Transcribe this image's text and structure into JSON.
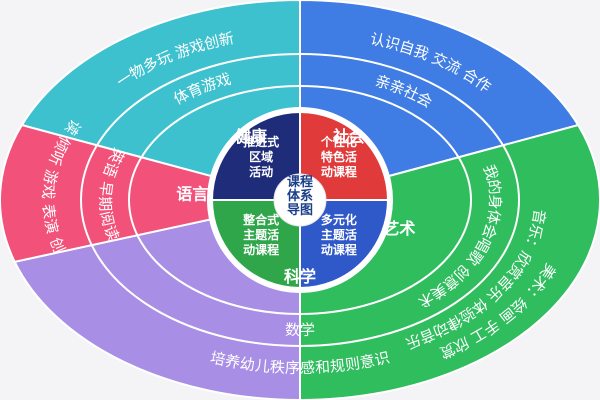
{
  "center": {
    "lines": [
      "课程",
      "体系",
      "导图"
    ]
  },
  "inner": [
    {
      "lines": [
        "推进式",
        "区域",
        "活动"
      ],
      "color": "#1e2c7a"
    },
    {
      "lines": [
        "个性化",
        "特色活",
        "动课程"
      ],
      "color": "#e03a3a"
    },
    {
      "lines": [
        "多元化",
        "主题活",
        "动课程"
      ],
      "color": "#2f58c9"
    },
    {
      "lines": [
        "整合式",
        "主题活",
        "动课程"
      ],
      "color": "#2fa64a"
    }
  ],
  "sectors": [
    {
      "name": "健康",
      "color": "#3ec1cf",
      "texts": [
        "体育游戏",
        "一物多玩  游戏创新"
      ]
    },
    {
      "name": "社会",
      "color": "#3f7ce3",
      "texts": [
        "亲亲社会",
        "认识自我  交流  合作"
      ]
    },
    {
      "name": "艺术",
      "color": "#2fbd5e",
      "texts": [
        "我的身体会唱歌  创意美术",
        "音乐：欣赏音乐  体验律动音乐",
        "美术：绘画  手工  欣赏"
      ]
    },
    {
      "name": "科学",
      "color": "#a98ee6",
      "texts": [
        "数学",
        "培养幼儿秩序感和规则意识"
      ]
    },
    {
      "name": "语言",
      "color": "#f2517a",
      "texts": [
        "英语  早期阅读",
        "阅读  倾听  游戏  表演  创编"
      ]
    }
  ]
}
